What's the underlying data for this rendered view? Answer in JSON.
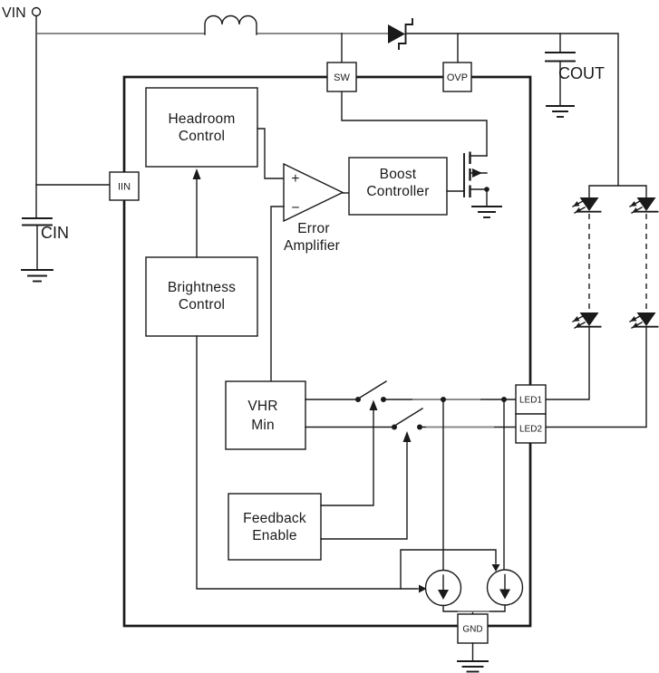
{
  "nets": {
    "vin": "VIN",
    "cin": "CIN",
    "cout": "COUT"
  },
  "pins": {
    "sw": "SW",
    "ovp": "OVP",
    "iin": "IIN",
    "led1": "LED1",
    "led2": "LED2",
    "gnd": "GND"
  },
  "blocks": {
    "headroom": [
      "Headroom",
      "Control"
    ],
    "brightness": [
      "Brightness",
      "Control"
    ],
    "boost": [
      "Boost",
      "Controller"
    ],
    "error_amp": [
      "Error",
      "Amplifier"
    ],
    "vhr": [
      "VHR",
      "Min"
    ],
    "feedback": [
      "Feedback",
      "Enable"
    ]
  },
  "amp": {
    "plus": "+",
    "minus": "−"
  },
  "colors": {
    "wire": "#1a1a1a",
    "gray_wire": "#8a8a8a",
    "background": "#ffffff"
  }
}
